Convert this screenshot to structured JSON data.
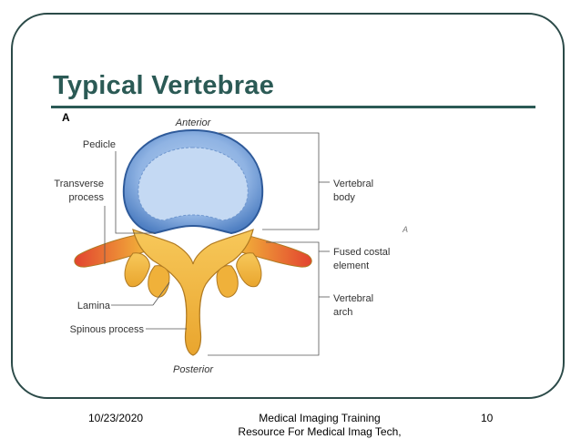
{
  "slide": {
    "title": "Typical Vertebrae",
    "figure_letter": "A",
    "labels": {
      "anterior": "Anterior",
      "posterior": "Posterior",
      "pedicle": "Pedicle",
      "transverse_process_line1": "Transverse",
      "transverse_process_line2": "process",
      "lamina": "Lamina",
      "spinous_process": "Spinous process",
      "vertebral_body_line1": "Vertebral",
      "vertebral_body_line2": "body",
      "fused_costal_line1": "Fused costal",
      "fused_costal_line2": "element",
      "vertebral_arch_line1": "Vertebral",
      "vertebral_arch_line2": "arch"
    },
    "stray_mark": "A"
  },
  "footer": {
    "date": "10/23/2020",
    "center_line1": "Medical Imaging Training",
    "center_line2": "Resource For Medical Imag Tech,",
    "page_number": "10"
  },
  "colors": {
    "title": "#2b5a55",
    "frame": "#2b4a48",
    "vertebral_body": "#5f8fcf",
    "bone": "#f2b43a",
    "costal_element": "#e8553a"
  }
}
